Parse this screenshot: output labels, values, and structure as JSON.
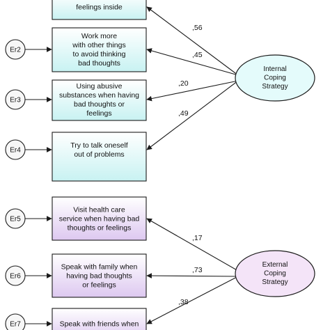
{
  "internal": {
    "label_lines": [
      "Internal",
      "Coping",
      "Strategy"
    ],
    "fill": "#e4fbfb",
    "indicators": [
      {
        "error": "",
        "lines": [
          "feelings inside"
        ],
        "coef": ",56"
      },
      {
        "error": "Er2",
        "lines": [
          "Work more",
          "with other things",
          "to avoid thinking",
          "bad thoughts"
        ],
        "coef": ",45"
      },
      {
        "error": "Er3",
        "lines": [
          "Using abusive",
          "substances when having",
          "bad thoughts or",
          "feelings"
        ],
        "coef": ",20"
      },
      {
        "error": "Er4",
        "lines": [
          "Try to talk oneself",
          "out of problems"
        ],
        "coef": ",49"
      }
    ]
  },
  "external": {
    "label_lines": [
      "External",
      "Coping",
      "Strategy"
    ],
    "fill": "#f4e4f8",
    "indicators": [
      {
        "error": "Er5",
        "lines": [
          "Visit health care",
          "service when having bad",
          "thoughts or feelings"
        ],
        "coef": ",17"
      },
      {
        "error": "Er6",
        "lines": [
          "Speak with family when",
          "having bad thoughts",
          "or feelings"
        ],
        "coef": ",73"
      },
      {
        "error": "Er7",
        "lines": [
          "Speak with friends when"
        ],
        "coef": ",38"
      }
    ]
  },
  "colors": {
    "box_internal_top": "#ffffff",
    "box_internal_bottom": "#c8f2f2",
    "box_external_top": "#ffffff",
    "box_external_bottom": "#ddc8f0",
    "stroke": "#1a1a1a"
  }
}
